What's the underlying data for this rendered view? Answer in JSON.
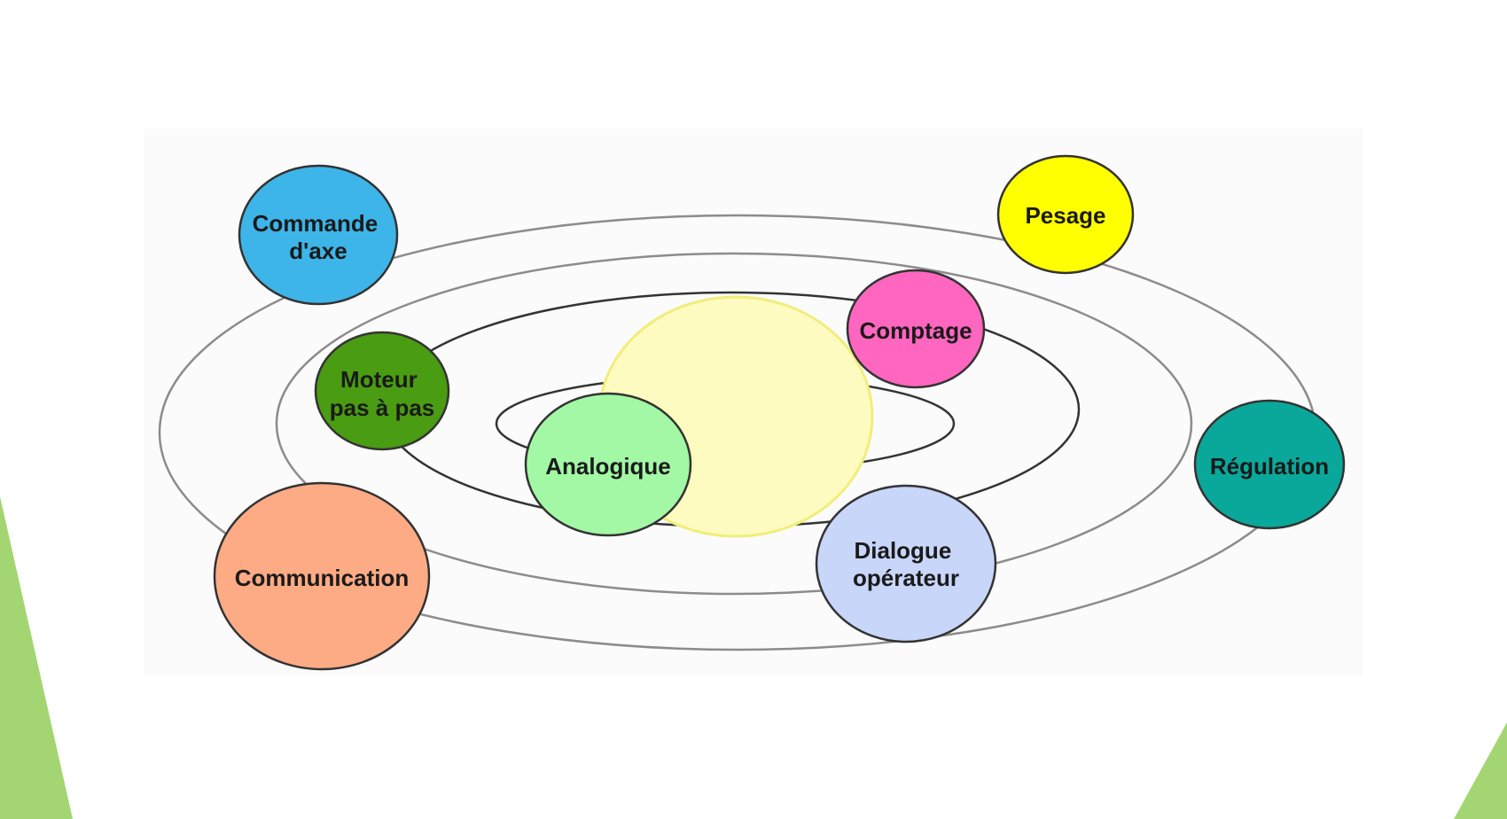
{
  "colors": {
    "slide_background": "#ffffff",
    "diagram_panel": "#fbfbfb",
    "accent_green": "#a3d672",
    "orbit_stroke_outer": "#8c8c8c",
    "orbit_stroke_inner": "#333333",
    "center_fill": "#fdfbbf",
    "center_stroke": "#f1ee7a"
  },
  "diagram": {
    "center": {
      "fill": "#fdfbbf"
    },
    "nodes": [
      {
        "id": "commande-axe",
        "lines": [
          "Commande",
          "d'axe"
        ],
        "fill": "#3db5e8"
      },
      {
        "id": "pesage",
        "lines": [
          "Pesage"
        ],
        "fill": "#ffff00"
      },
      {
        "id": "comptage",
        "lines": [
          "Comptage"
        ],
        "fill": "#ff66bf"
      },
      {
        "id": "moteur-pas-a-pas",
        "lines": [
          "Moteur",
          "pas à pas"
        ],
        "fill": "#4a9c12"
      },
      {
        "id": "analogique",
        "lines": [
          "Analogique"
        ],
        "fill": "#a2f8a4"
      },
      {
        "id": "regulation",
        "lines": [
          "Régulation"
        ],
        "fill": "#0aa89a"
      },
      {
        "id": "communication",
        "lines": [
          "Communication"
        ],
        "fill": "#fcab85"
      },
      {
        "id": "dialogue-operateur",
        "lines": [
          "Dialogue",
          "opérateur"
        ],
        "fill": "#c8d6fa"
      }
    ]
  }
}
